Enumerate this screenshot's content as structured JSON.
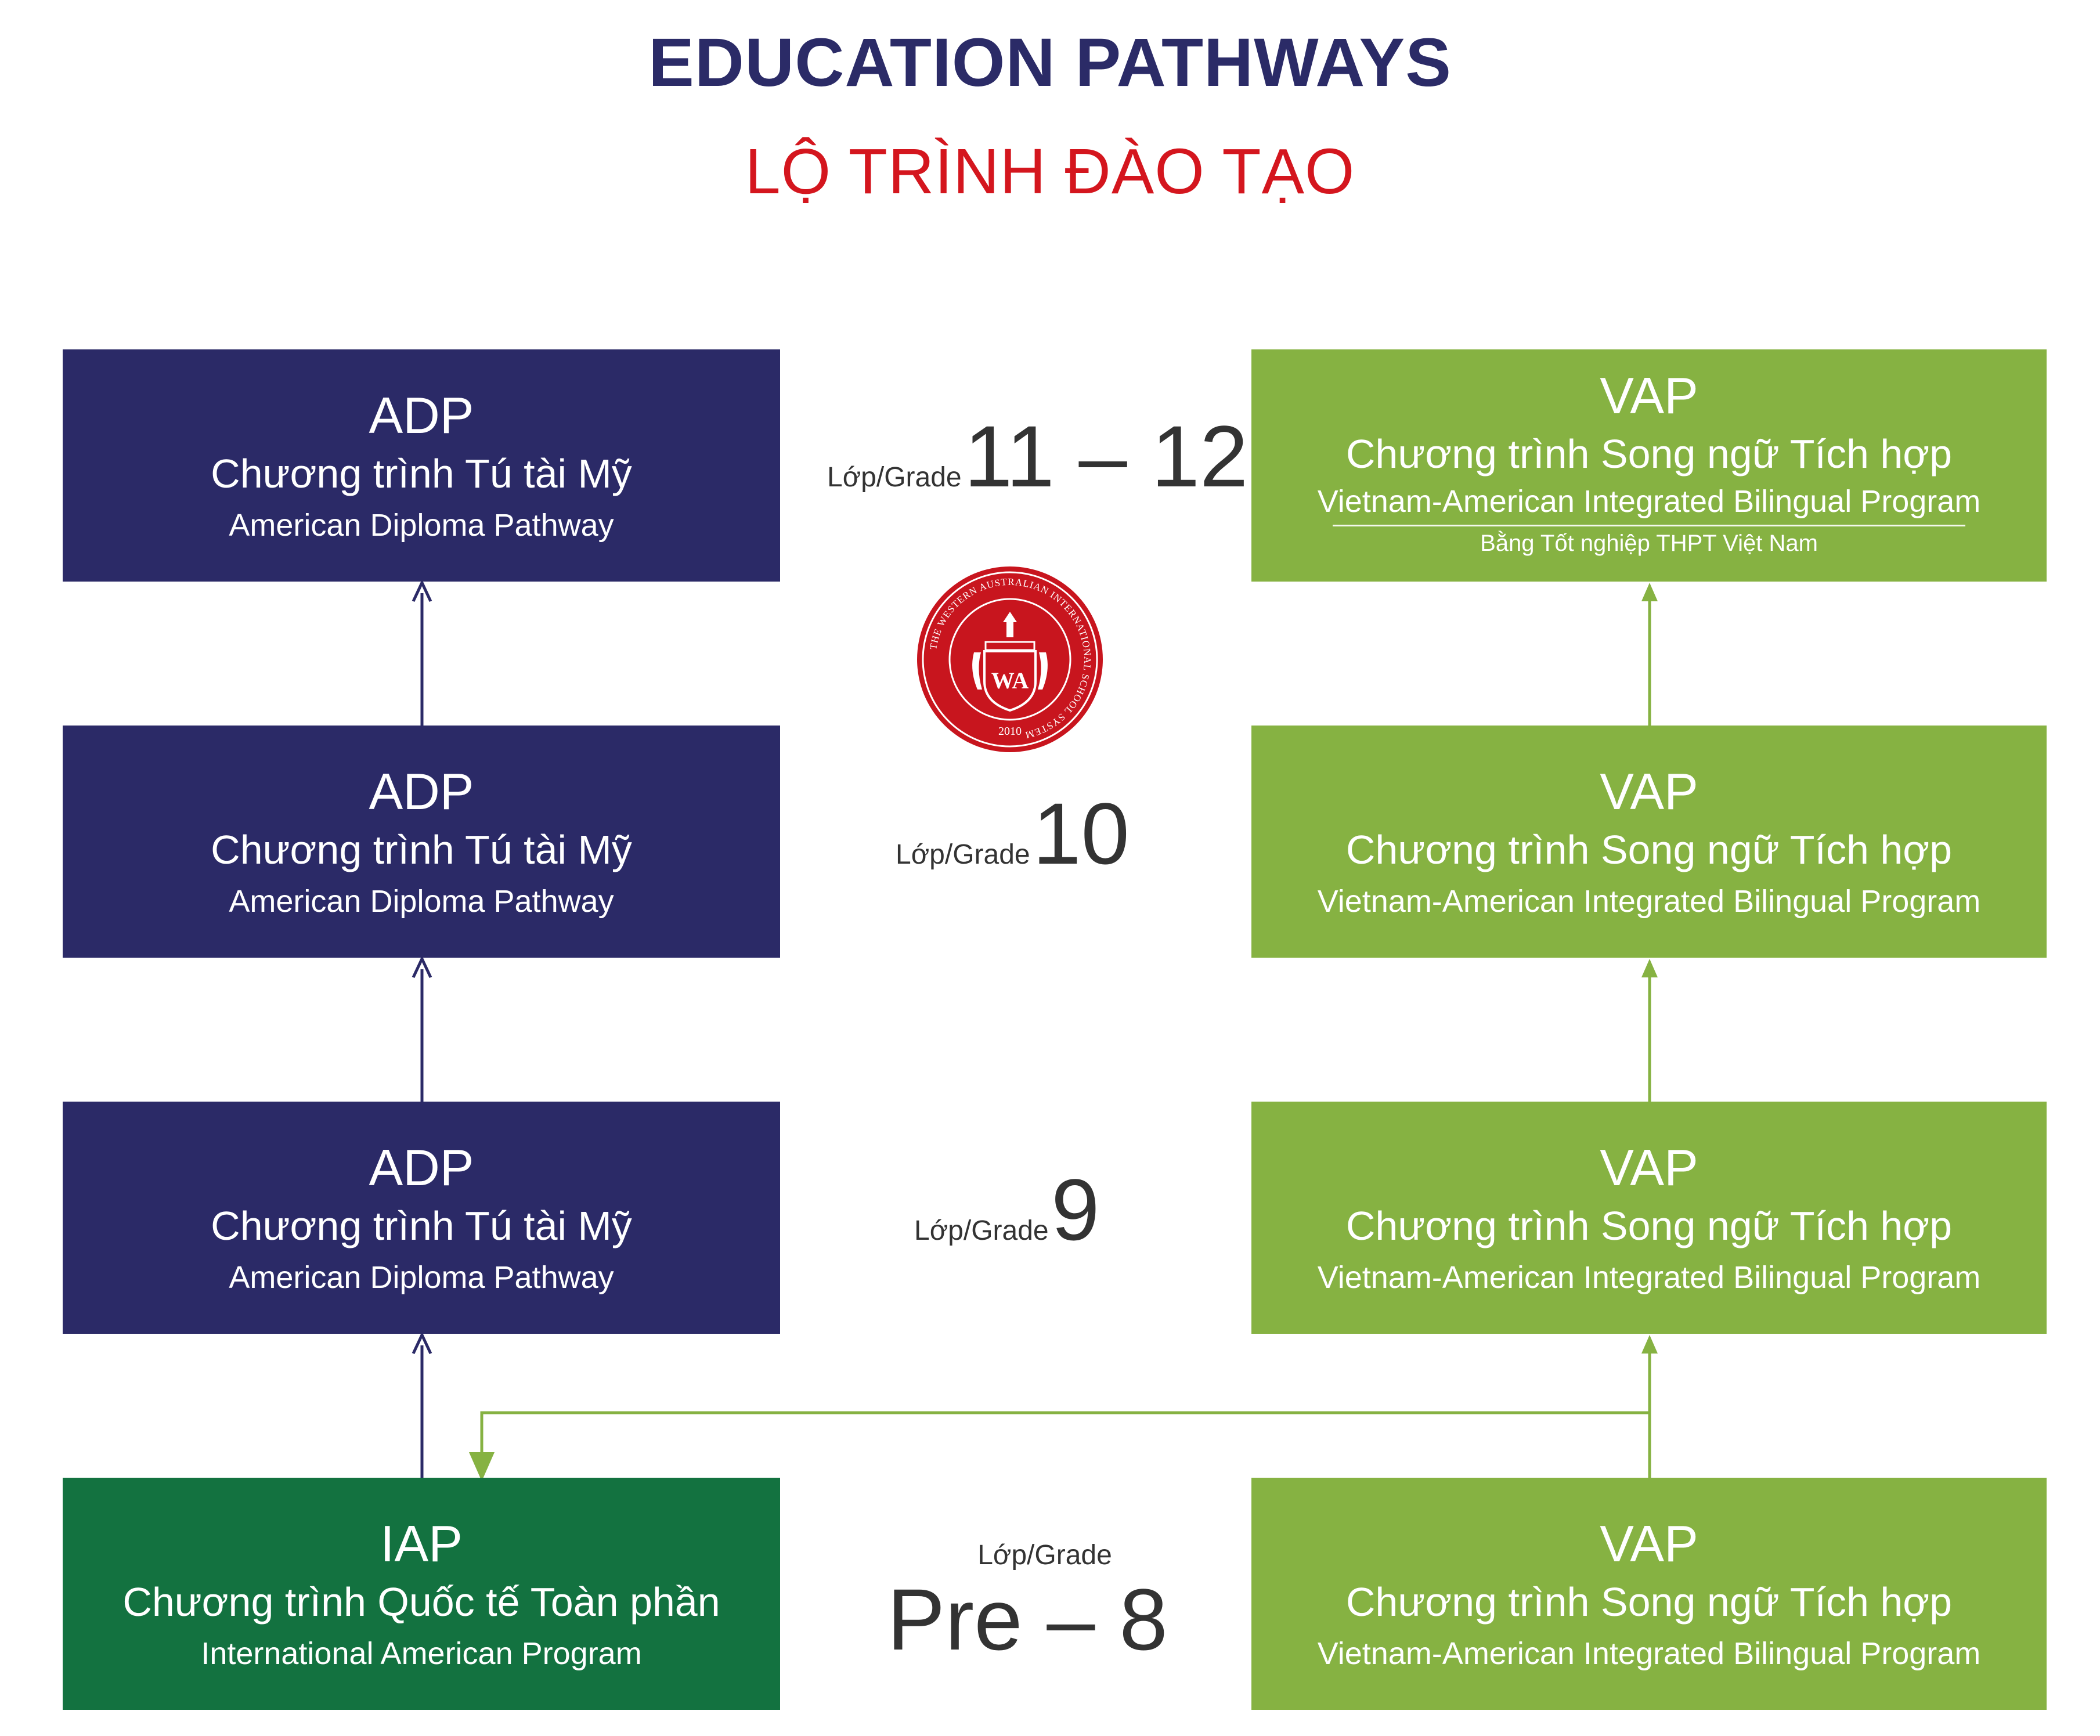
{
  "header": {
    "title_en": "EDUCATION PATHWAYS",
    "title_vn": "LỘ TRÌNH ĐÀO TẠO"
  },
  "colors": {
    "navy": "#2b2a67",
    "dark_green": "#137240",
    "light_green": "#86b242",
    "title_red": "#d4161e"
  },
  "adp": {
    "code": "ADP",
    "vn": "Chương trình Tú tài Mỹ",
    "en": "American Diploma Pathway"
  },
  "iap": {
    "code": "IAP",
    "vn": "Chương trình Quốc tế Toàn phần",
    "en": "International American Program"
  },
  "vap": {
    "code": "VAP",
    "vn": "Chương trình Song ngữ Tích hợp",
    "en": "Vietnam-American Integrated Bilingual Program",
    "note": "Bằng Tốt nghiệp THPT Việt Nam"
  },
  "grades": {
    "label": "Lớp/Grade",
    "g11_12": "11 – 12",
    "g10": "10",
    "g9": "9",
    "pre_8": "Pre – 8"
  },
  "seal": {
    "text": "THE WESTERN AUSTRALIAN INTERNATIONAL SCHOOL SYSTEM",
    "year": "2010",
    "letters": "WA",
    "icon": "school-crest-seal-icon"
  }
}
